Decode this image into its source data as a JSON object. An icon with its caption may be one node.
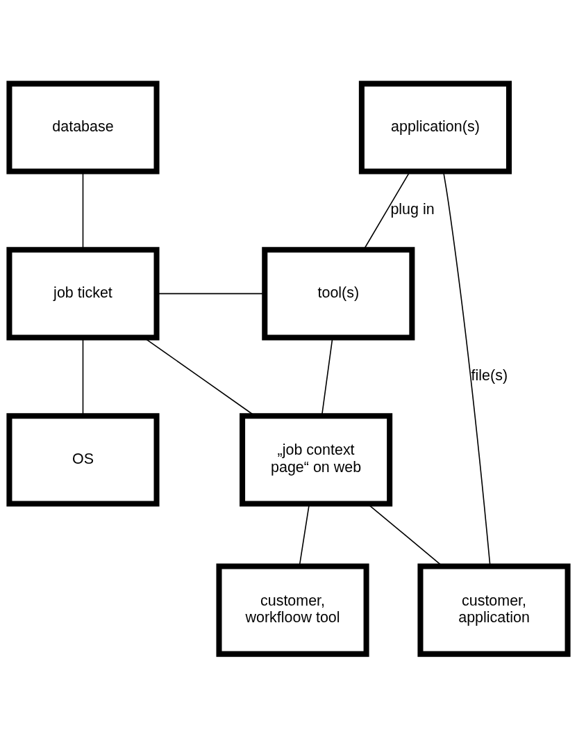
{
  "diagram": {
    "nodes": [
      {
        "text": [
          "database"
        ]
      },
      {
        "text": [
          "application(s)"
        ]
      },
      {
        "text": [
          "job ticket"
        ]
      },
      {
        "text": [
          "tool(s)"
        ]
      },
      {
        "text": [
          "„job context page“ on web"
        ]
      },
      {
        "text": [
          "OS"
        ]
      },
      {
        "text": [
          "customer, workfloow tool"
        ]
      },
      {
        "text": [
          "customer, application"
        ]
      }
    ],
    "edges": [
      {
        "from": 0,
        "to": 2,
        "arrow": "none"
      },
      {
        "from": 1,
        "to": 3,
        "arrow": "none",
        "label": "plug in"
      },
      {
        "from": 2,
        "to": 3,
        "arrow": "none"
      },
      {
        "from": 3,
        "to": 4,
        "arrow": "none"
      },
      {
        "from": 2,
        "to": 4,
        "arrow": "none"
      },
      {
        "from": 2,
        "to": 5,
        "arrow": "none"
      },
      {
        "from": 4,
        "to": 6,
        "arrow": "none"
      },
      {
        "from": 4,
        "to": 7,
        "arrow": "none"
      },
      {
        "from": 1,
        "to": 7,
        "arrow": "none",
        "label": "file(s)"
      }
    ]
  }
}
